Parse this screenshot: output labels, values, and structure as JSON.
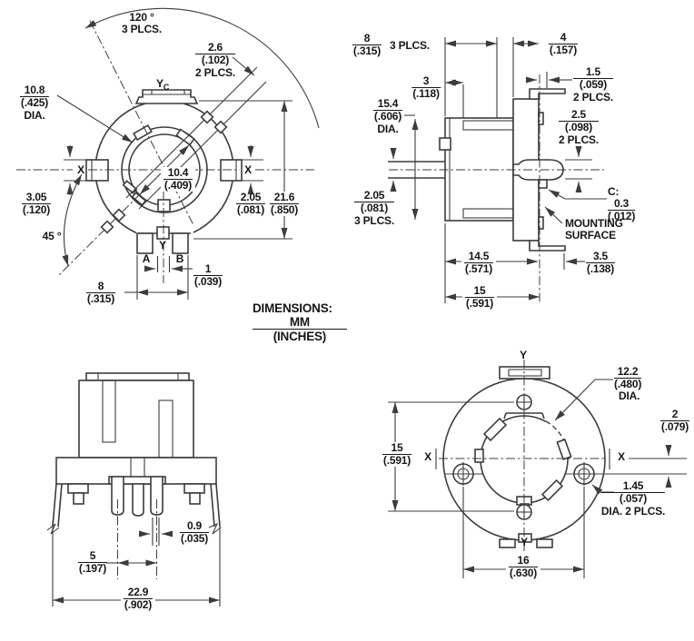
{
  "note": {
    "label": "DIMENSIONS:",
    "mm": "MM",
    "inches": "(INCHES)"
  },
  "front": {
    "angle120": {
      "line1": "120 °",
      "line2": "3 PLCS."
    },
    "d26": {
      "mm": "2.6",
      "in": "(.102)",
      "note": "2 PLCS."
    },
    "d108": {
      "mm": "10.8",
      "in": "(.425)",
      "note": "DIA."
    },
    "d104": {
      "mm": "10.4",
      "in": "(.409)"
    },
    "d305": {
      "mm": "3.05",
      "in": "(.120)"
    },
    "d205": {
      "mm": "2.05",
      "in": "(.081)"
    },
    "d216": {
      "mm": "21.6",
      "in": "(.850)"
    },
    "angle45": "45 °",
    "d1": {
      "mm": "1",
      "in": "(.039)"
    },
    "d8": {
      "mm": "8",
      "in": "(.315)"
    },
    "x_left": "X",
    "x_right": "X",
    "y_top": "Y",
    "y_top_sub": "C",
    "y_bottom": "Y",
    "term_a": "A",
    "term_b": "B"
  },
  "side": {
    "d8": {
      "mm": "8",
      "in": "(.315)",
      "note": "3 PLCS."
    },
    "d4": {
      "mm": "4",
      "in": "(.157)"
    },
    "d3": {
      "mm": "3",
      "in": "(.118)"
    },
    "d154": {
      "mm": "15.4",
      "in": "(.606)",
      "note": "DIA."
    },
    "d15lip": {
      "mm": "1.5",
      "in": "(.059)",
      "note": "2 PLCS."
    },
    "d25": {
      "mm": "2.5",
      "in": "(.098)",
      "note": "2 PLCS."
    },
    "d205": {
      "mm": "2.05",
      "in": "(.081)",
      "note": "3 PLCS."
    },
    "chamfer": {
      "prefix": "C:",
      "mm": "0.3",
      "in": "(.012)"
    },
    "mounting": {
      "line1": "MOUNTING",
      "line2": "SURFACE"
    },
    "d145": {
      "mm": "14.5",
      "in": "(.571)"
    },
    "d35": {
      "mm": "3.5",
      "in": "(.138)"
    },
    "d15": {
      "mm": "15",
      "in": "(.591)"
    }
  },
  "bottom": {
    "d09": {
      "mm": "0.9",
      "in": "(.035)"
    },
    "d5": {
      "mm": "5",
      "in": "(.197)"
    },
    "d229": {
      "mm": "22.9",
      "in": "(.902)"
    }
  },
  "rear": {
    "d122": {
      "mm": "12.2",
      "in": "(.480)",
      "note": "DIA."
    },
    "d2": {
      "mm": "2",
      "in": "(.079)"
    },
    "d15": {
      "mm": "15",
      "in": "(.591)"
    },
    "d145": {
      "mm": "1.45",
      "in": "(.057)",
      "note": "DIA. 2 PLCS."
    },
    "d16": {
      "mm": "16",
      "in": "(.630)"
    },
    "x_left": "X",
    "x_right": "X",
    "y_top": "Y",
    "y_bottom": "Y"
  }
}
